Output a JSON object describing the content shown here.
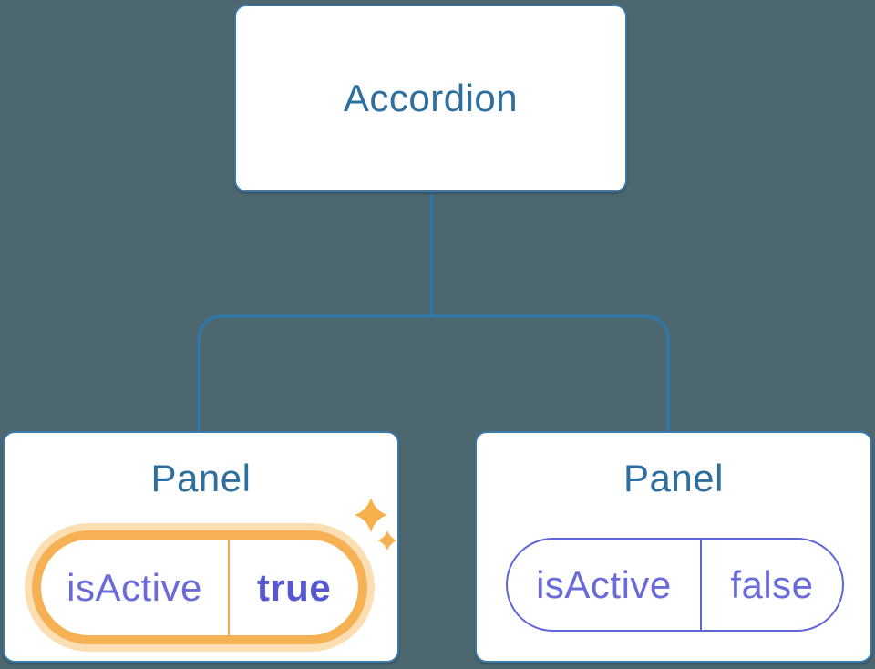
{
  "diagram": {
    "root": {
      "label": "Accordion"
    },
    "children": [
      {
        "label": "Panel",
        "state": {
          "name": "isActive",
          "value": "true"
        },
        "highlighted": true,
        "icon": "sparkles-icon"
      },
      {
        "label": "Panel",
        "state": {
          "name": "isActive",
          "value": "false"
        },
        "highlighted": false
      }
    ]
  },
  "colors": {
    "bg": "#4C6770",
    "nodeBorder": "#3B79A8",
    "nodeText": "#2D6F9E",
    "connector": "#2F77A8",
    "stateOrange": "#F6B155",
    "stateOrangeGlow": "#FBDFB2",
    "stateOrangeDivider": "#F2A94C",
    "statePurple": "#6A6ADB",
    "statePurpleBold": "#5757D1",
    "pillBorderPurple": "#6065D8",
    "sparkle": "#F6B04E"
  }
}
